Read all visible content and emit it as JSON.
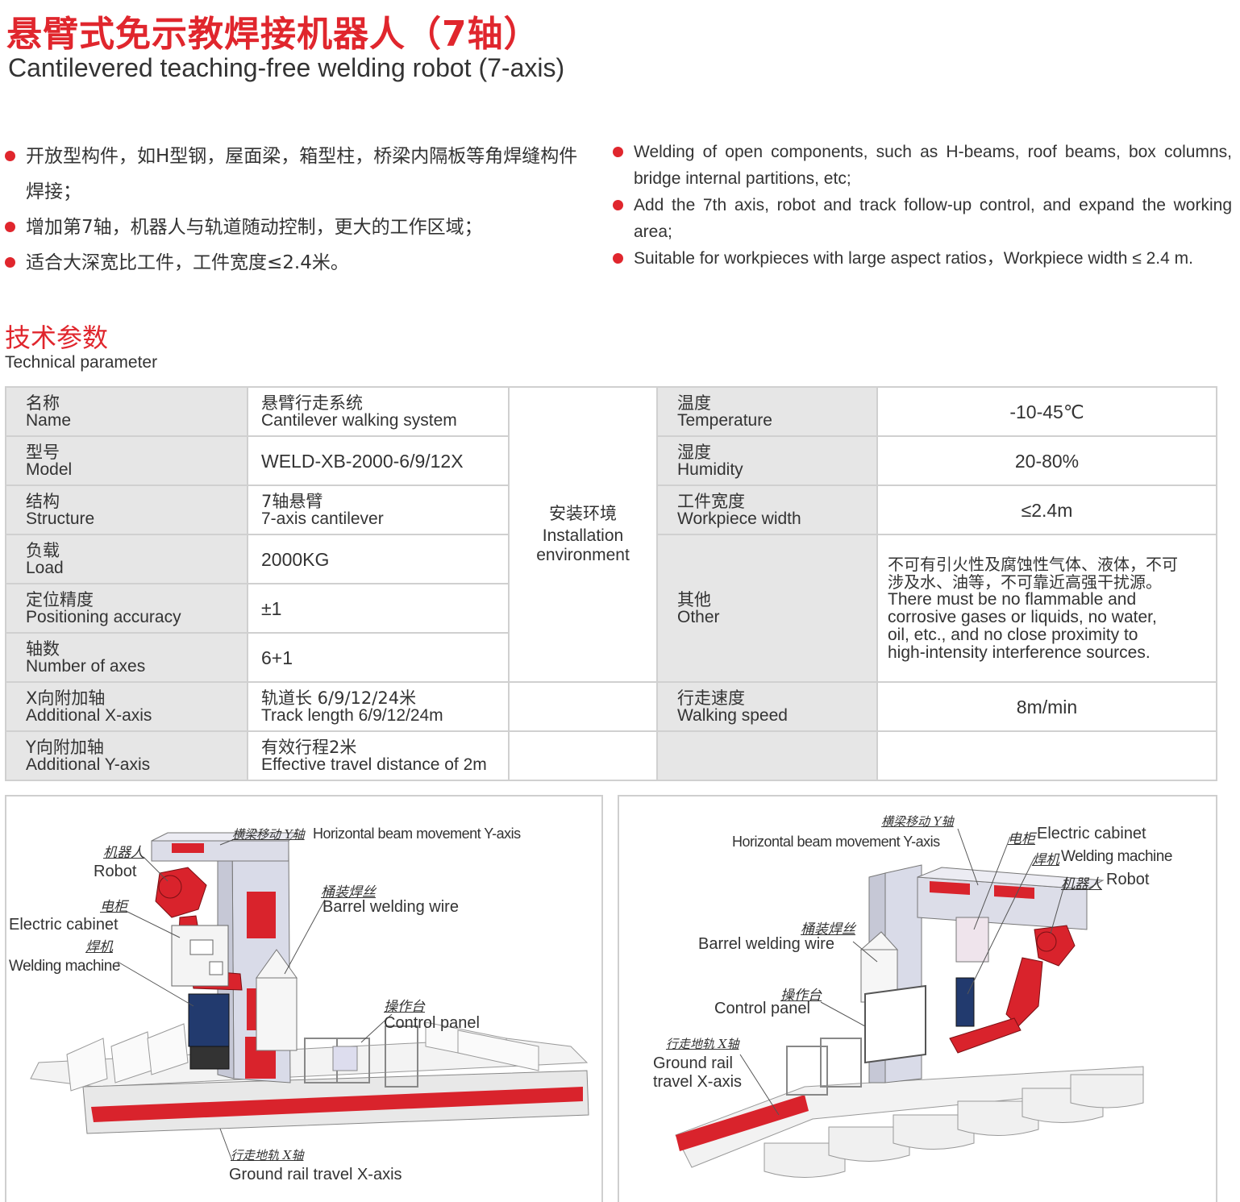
{
  "header": {
    "title_cn": "悬臂式免示教焊接机器人（7轴）",
    "title_en": "Cantilevered teaching-free welding robot (7-axis)"
  },
  "features_cn": [
    "开放型构件，如H型钢，屋面梁，箱型柱，桥梁内隔板等角焊缝构件焊接；",
    "增加第7轴，机器人与轨道随动控制，更大的工作区域；",
    "适合大深宽比工件，工件宽度≤2.4米。"
  ],
  "features_en": [
    "Welding of open components, such as H-beams, roof beams, box columns, bridge internal partitions, etc;",
    "Add the 7th axis, robot and track follow-up control, and expand the working area;",
    "Suitable for workpieces with large aspect ratios，Workpiece width ≤ 2.4 m."
  ],
  "section": {
    "title_cn": "技术参数",
    "title_en": "Technical parameter"
  },
  "table": {
    "rows": [
      {
        "label_cn": "名称",
        "label_en": "Name",
        "value_cn": "悬臂行走系统",
        "value_en": "Cantilever walking system"
      },
      {
        "label_cn": "型号",
        "label_en": "Model",
        "value_cn": "",
        "value_en": "WELD-XB-2000-6/9/12X"
      },
      {
        "label_cn": "结构",
        "label_en": "Structure",
        "value_cn": "7轴悬臂",
        "value_en": "7-axis cantilever"
      },
      {
        "label_cn": "负载",
        "label_en": "Load",
        "value_cn": "",
        "value_en": "2000KG"
      },
      {
        "label_cn": "定位精度",
        "label_en": "Positioning accuracy",
        "value_cn": "",
        "value_en": "±1"
      },
      {
        "label_cn": "轴数",
        "label_en": "Number of axes",
        "value_cn": "",
        "value_en": "6+1"
      },
      {
        "label_cn": "X向附加轴",
        "label_en": "Additional X-axis",
        "value_cn": "轨道长 6/9/12/24米",
        "value_en": "Track length 6/9/12/24m"
      },
      {
        "label_cn": "Y向附加轴",
        "label_en": "Additional Y-axis",
        "value_cn": "有效行程2米",
        "value_en": "Effective travel distance of 2m"
      }
    ],
    "install": {
      "cn": "安装环境",
      "en_1": "Installation",
      "en_2": "environment"
    },
    "env": [
      {
        "label_cn": "温度",
        "label_en": "Temperature",
        "value": "-10-45℃"
      },
      {
        "label_cn": "湿度",
        "label_en": "Humidity",
        "value": "20-80%"
      },
      {
        "label_cn": "工件宽度",
        "label_en": "Workpiece width",
        "value": "≤2.4m"
      },
      {
        "label_cn": "其他",
        "label_en": "Other",
        "value_cn_1": "不可有引火性及腐蚀性气体、液体，不可",
        "value_cn_2": "涉及水、油等，不可靠近高强干扰源。",
        "value_en_1": "There must be no flammable and",
        "value_en_2": "corrosive gases or liquids, no water,",
        "value_en_3": "oil, etc., and no close proximity to",
        "value_en_4": "high-intensity interference sources."
      },
      {
        "label_cn": "行走速度",
        "label_en": "Walking speed",
        "value": "8m/min"
      }
    ]
  },
  "diagram_left": {
    "robot_cn": "机器人",
    "robot_en": "Robot",
    "cabinet_cn": "电柜",
    "cabinet_en": "Electric cabinet",
    "welder_cn": "焊机",
    "welder_en": "Welding machine",
    "beam_cn": "横梁移动 Y轴",
    "beam_en": "Horizontal beam movement Y-axis",
    "wire_cn": "桶装焊丝",
    "wire_en": "Barrel welding wire",
    "panel_cn": "操作台",
    "panel_en": "Control panel",
    "rail_cn": "行走地轨 X轴",
    "rail_en": "Ground rail travel X-axis"
  },
  "diagram_right": {
    "beam_cn": "横梁移动 Y轴",
    "beam_en": "Horizontal beam movement Y-axis",
    "cabinet_cn": "电柜",
    "cabinet_en": "Electric cabinet",
    "welder_cn": "焊机",
    "welder_en": "Welding machine",
    "robot_cn": "机器人",
    "robot_en": "Robot",
    "wire_cn": "桶装焊丝",
    "wire_en": "Barrel welding wire",
    "panel_cn": "操作台",
    "panel_en": "Control panel",
    "rail_cn": "行走地轨 X轴",
    "rail_en_1": "Ground rail",
    "rail_en_2": "travel X-axis"
  },
  "colors": {
    "accent": "#e0262d",
    "label_bg": "#e6e6e6",
    "border": "#d0d0d0"
  }
}
